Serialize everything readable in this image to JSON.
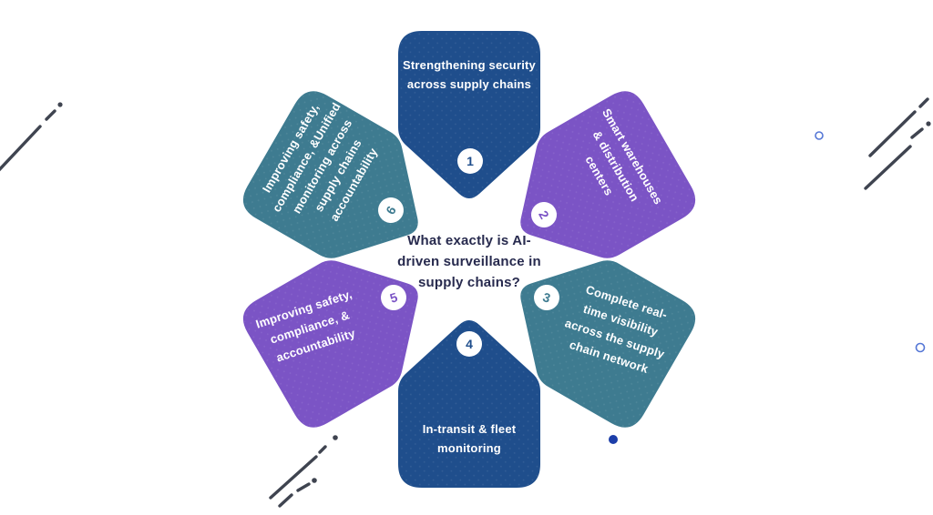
{
  "title": "AI-driven surveillance in supply chains diagram",
  "center": {
    "color": "#272a4e",
    "lines": [
      "What exactly is AI-",
      "driven surveillance in",
      "supply chains?"
    ],
    "text": "What exactly is AI-driven surveillance in supply chains?"
  },
  "petals": [
    {
      "number": "1",
      "color": "#1f4e8c",
      "text": "Strengthening security across supply chains",
      "lines": [
        "Strengthening security",
        "across supply chains"
      ]
    },
    {
      "number": "2",
      "color": "#7b54c5",
      "text": "Smart warehouses & distribution centers",
      "lines": [
        "Smart warehouses",
        "& distribution",
        "centers"
      ]
    },
    {
      "number": "3",
      "color": "#3e7b90",
      "text": "Complete real-time visibility across the supply chain network",
      "lines": [
        "Complete real-",
        "time visibility",
        "across the supply",
        "chain network"
      ]
    },
    {
      "number": "4",
      "color": "#1f4e8c",
      "text": "In-transit & fleet monitoring",
      "lines": [
        "In-transit & fleet",
        "monitoring"
      ]
    },
    {
      "number": "5",
      "color": "#7b54c5",
      "text": "Improving safety, compliance, & accountability",
      "lines": [
        "Improving safety,",
        "compliance, &",
        "accountability"
      ]
    },
    {
      "number": "6",
      "color": "#3e7b90",
      "text": "Improving safety, compliance, &Unified monitoring across supply chains accountability",
      "lines": [
        "Improving safety,",
        "compliance, &Unified",
        "monitoring across",
        "supply chains",
        "accountability"
      ]
    }
  ],
  "decor": {
    "line_color": "#3f4450",
    "accent_dot_color": "#1c3ea9",
    "circle_outline_color": "#5577d6"
  }
}
